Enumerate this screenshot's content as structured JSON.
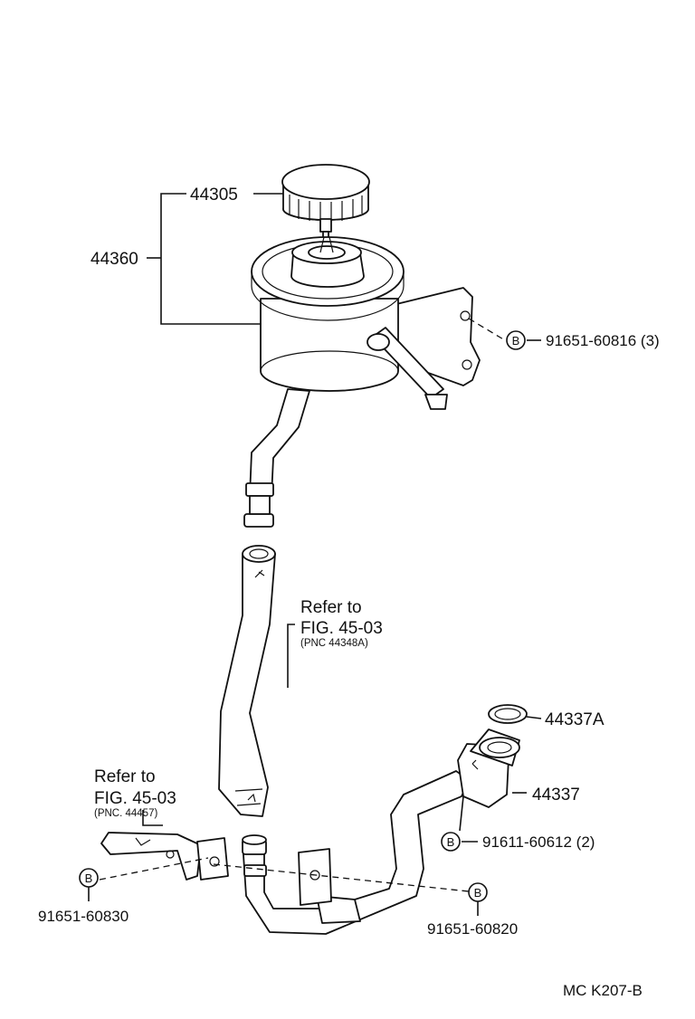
{
  "labels": {
    "cap": "44305",
    "reservoir_assy": "44360",
    "bolt_reservoir": "91651-60816 (3)",
    "refer1_line1": "Refer to",
    "refer1_line2": "FIG. 45-03",
    "refer1_line3": "(PNC 44348A)",
    "refer2_line1": "Refer to",
    "refer2_line2": "FIG. 45-03",
    "refer2_line3": "(PNC. 44457)",
    "gasket": "44337A",
    "union": "44337",
    "bolt_union": "91611-60612 (2)",
    "bolt_left": "91651-60830",
    "bolt_right": "91651-60820",
    "footer": "MC  K207-B",
    "bolt_symbol": "B"
  },
  "colors": {
    "line": "#111111",
    "background": "#ffffff"
  }
}
